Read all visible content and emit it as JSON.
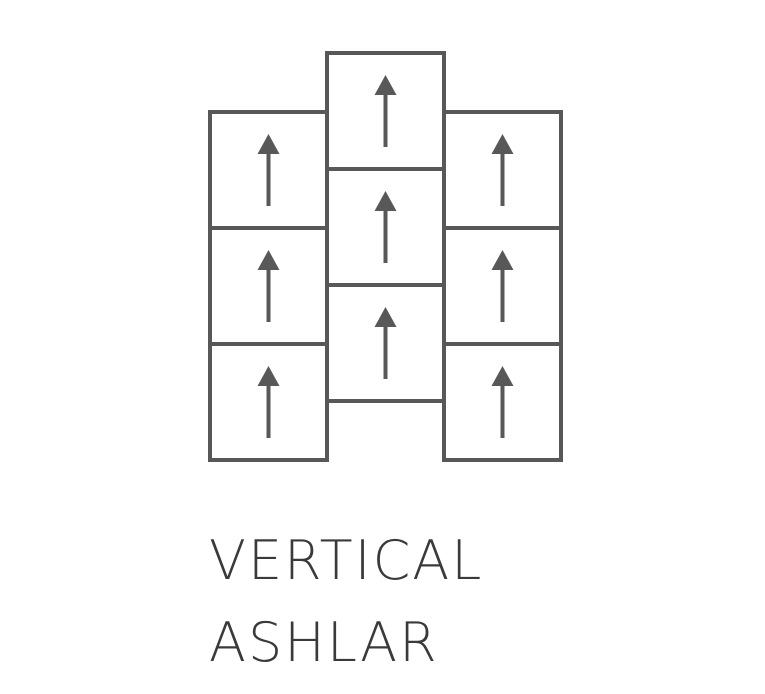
{
  "title_line_1": "VERTICAL",
  "title_line_2": "ASHLAR",
  "colors": {
    "stroke": "#585858",
    "arrow": "#585858",
    "background": "#ffffff",
    "text": "#3a3a3a"
  },
  "icons": {
    "tile": "square-tile",
    "arrow": "arrow-up-icon"
  }
}
